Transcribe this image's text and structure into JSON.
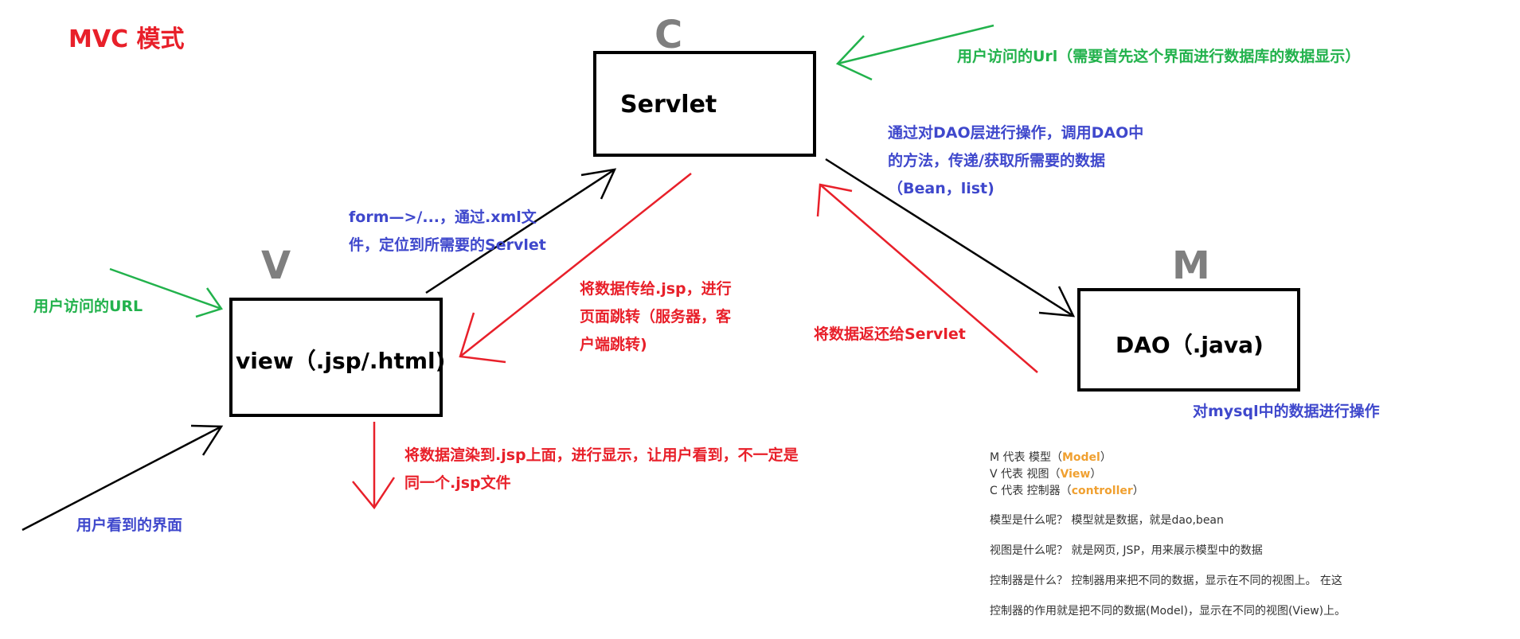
{
  "title": "MVC 模式",
  "letters": {
    "c": "C",
    "v": "V",
    "m": "M"
  },
  "boxes": {
    "servlet": "Servlet",
    "view": "view（.jsp/.html)",
    "dao": "DAO（.java)"
  },
  "annotations": {
    "user_url_top": "用户访问的Url（需要首先这个界面进行数据库的数据显示）",
    "dao_op_line1": "通过对DAO层进行操作，调用DAO中",
    "dao_op_line2": "的方法，传递/获取所需要的数据",
    "dao_op_line3": "（Bean，list)",
    "form_line1": "form—>/...，通过.xml文",
    "form_line2": "件，定位到所需要的Servlet",
    "pass_line1": "将数据传给.jsp，进行",
    "pass_line2": "页面跳转（服务器，客",
    "pass_line3": "户端跳转)",
    "return_servlet": "将数据返还给Servlet",
    "user_url_left": "用户访问的URL",
    "render_line1": "将数据渲染到.jsp上面，进行显示，让用户看到，不一定是",
    "render_line2": "同一个.jsp文件",
    "user_sees": "用户看到的界面",
    "mysql_op": "对mysql中的数据进行操作"
  },
  "notes": {
    "m_prefix": "M 代表 模型（",
    "m_term": "Model",
    "m_suffix": "）",
    "v_prefix": "V 代表 视图（",
    "v_term": "View",
    "v_suffix": "）",
    "c_prefix": "C 代表 控制器（",
    "c_term": "controller",
    "c_suffix": "）",
    "model_q": "模型是什么呢？ 模型就是数据，就是dao,bean",
    "view_q": "视图是什么呢？ 就是网页, JSP，用来展示模型中的数据",
    "controller_q": "控制器是什么？ 控制器用来把不同的数据，显示在不同的视图上。 在这",
    "controller_role": "控制器的作用就是把不同的数据(Model)，显示在不同的视图(View)上。"
  },
  "colors": {
    "red": "#e8202a",
    "green": "#22b24c",
    "blue": "#3f48cc",
    "gray": "#7f7f7f",
    "orange": "#f0a030"
  }
}
